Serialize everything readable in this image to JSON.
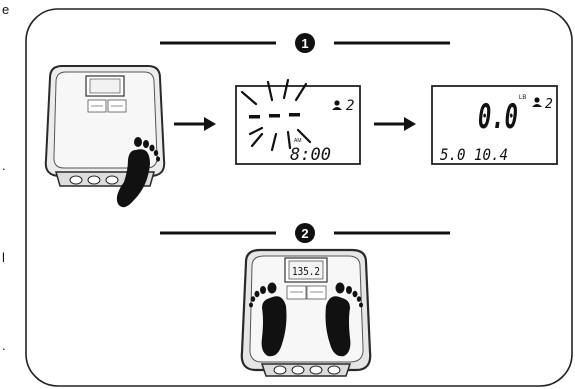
{
  "steps": [
    {
      "number": "1"
    },
    {
      "number": "2"
    }
  ],
  "left_margin_chars": [
    "e",
    ".",
    "l",
    "."
  ],
  "display_flash": {
    "dashes": "- - -",
    "user_number": "2",
    "time": "8:00",
    "time_suffix": "AM"
  },
  "display_result": {
    "weight": "0.0",
    "unit": "LB",
    "user_number": "2",
    "bottom_line": "5.0 10.4"
  },
  "scale_result_display": "135.2",
  "colors": {
    "ink": "#111111",
    "frame": "#222222",
    "panel": "#ffffff",
    "scale_top": "#e8e8e8",
    "scale_border": "#2a2a2a"
  },
  "icons": [
    "user-icon",
    "arrow-right-icon",
    "footprint-icon"
  ]
}
